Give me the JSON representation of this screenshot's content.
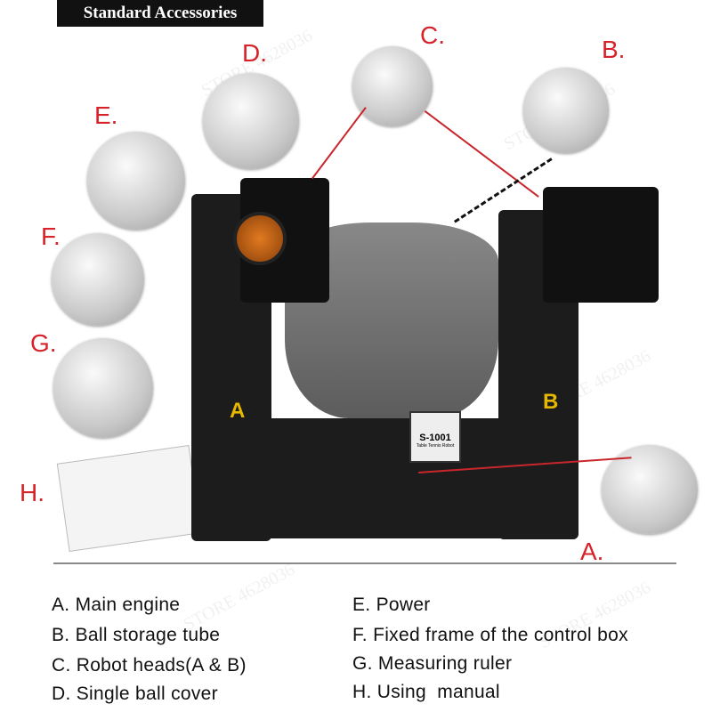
{
  "title": "Standard Accessories",
  "watermark": "STORE 4628036",
  "callouts": {
    "a": "A.",
    "b": "B.",
    "c": "C.",
    "d": "D.",
    "e": "E.",
    "f": "F.",
    "g": "G.",
    "h": "H."
  },
  "machine": {
    "side_a": "A",
    "side_b": "B",
    "model": "S-1001",
    "model_sub": "Table Tennis Robot"
  },
  "legend": {
    "left": [
      "A. Main engine",
      "B. Ball storage tube",
      "C. Robot heads(A & B)",
      "D. Single ball cover"
    ],
    "right": [
      "E. Power",
      "F. Fixed frame of the control box",
      "G. Measuring ruler",
      "H. Using  manual"
    ]
  },
  "colors": {
    "accent": "#d7222a",
    "machine": "#1c1c1c"
  }
}
